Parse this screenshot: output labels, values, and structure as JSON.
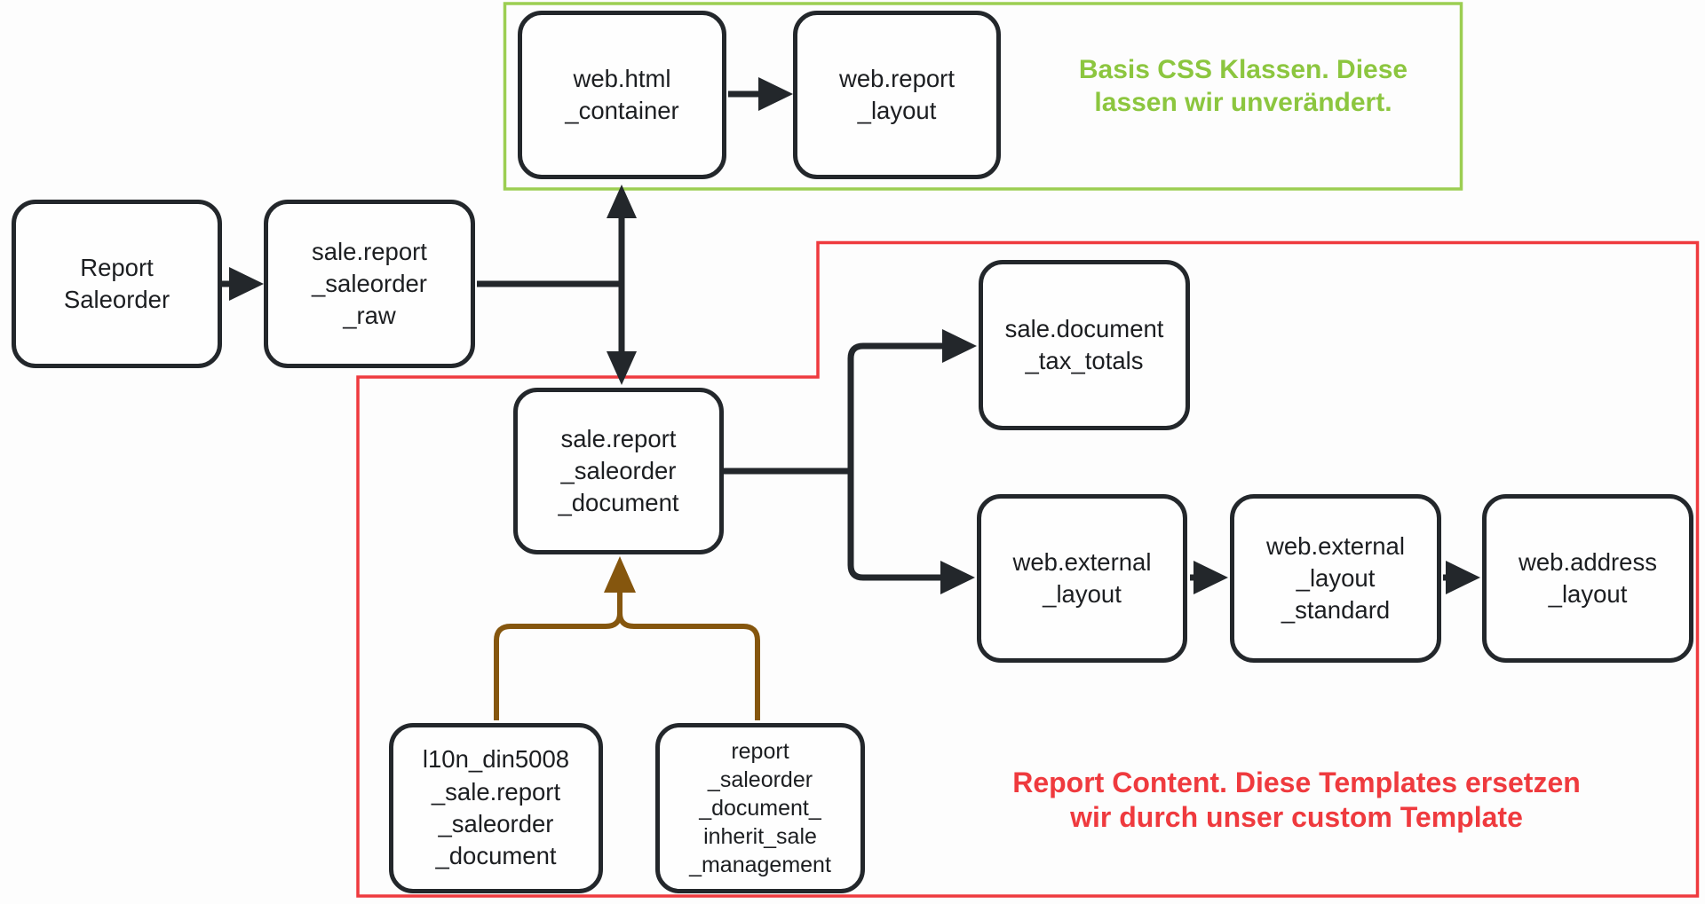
{
  "diagram": {
    "nodes": [
      {
        "id": "report_saleorder",
        "label": "Report\nSaleorder"
      },
      {
        "id": "sale_report_saleorder_raw",
        "label": "sale.report\n_saleorder\n_raw"
      },
      {
        "id": "web_html_container",
        "label": "web.html\n_container"
      },
      {
        "id": "web_report_layout",
        "label": "web.report\n_layout"
      },
      {
        "id": "sale_report_saleorder_document",
        "label": "sale.report\n_saleorder\n_document"
      },
      {
        "id": "sale_document_tax_totals",
        "label": "sale.document\n_tax_totals"
      },
      {
        "id": "web_external_layout",
        "label": "web.external\n_layout"
      },
      {
        "id": "web_external_layout_standard",
        "label": "web.external\n_layout\n_standard"
      },
      {
        "id": "web_address_layout",
        "label": "web.address\n_layout"
      },
      {
        "id": "l10n_din5008_sale_report_saleorder_document",
        "label": "l10n_din5008\n_sale.report\n_saleorder\n_document"
      },
      {
        "id": "report_saleorder_document_inherit_sale_management",
        "label": "report\n_saleorder\n_document_\ninherit_sale\n_management"
      }
    ],
    "annotations": {
      "basis_css": {
        "text": "Basis CSS Klassen. Diese\nlassen wir unverändert.",
        "color": "#8cc63f"
      },
      "report_content": {
        "text": "Report Content. Diese Templates ersetzen\nwir durch unser custom Template",
        "color": "#ef3a3e"
      }
    },
    "colors": {
      "background": "#fdfdfd",
      "node_border": "#23272b",
      "node_text": "#1c1e21",
      "connector_black": "#23272b",
      "connector_brown": "#85560e",
      "region_green": "#9cce52",
      "region_red": "#ef3a3e"
    }
  }
}
